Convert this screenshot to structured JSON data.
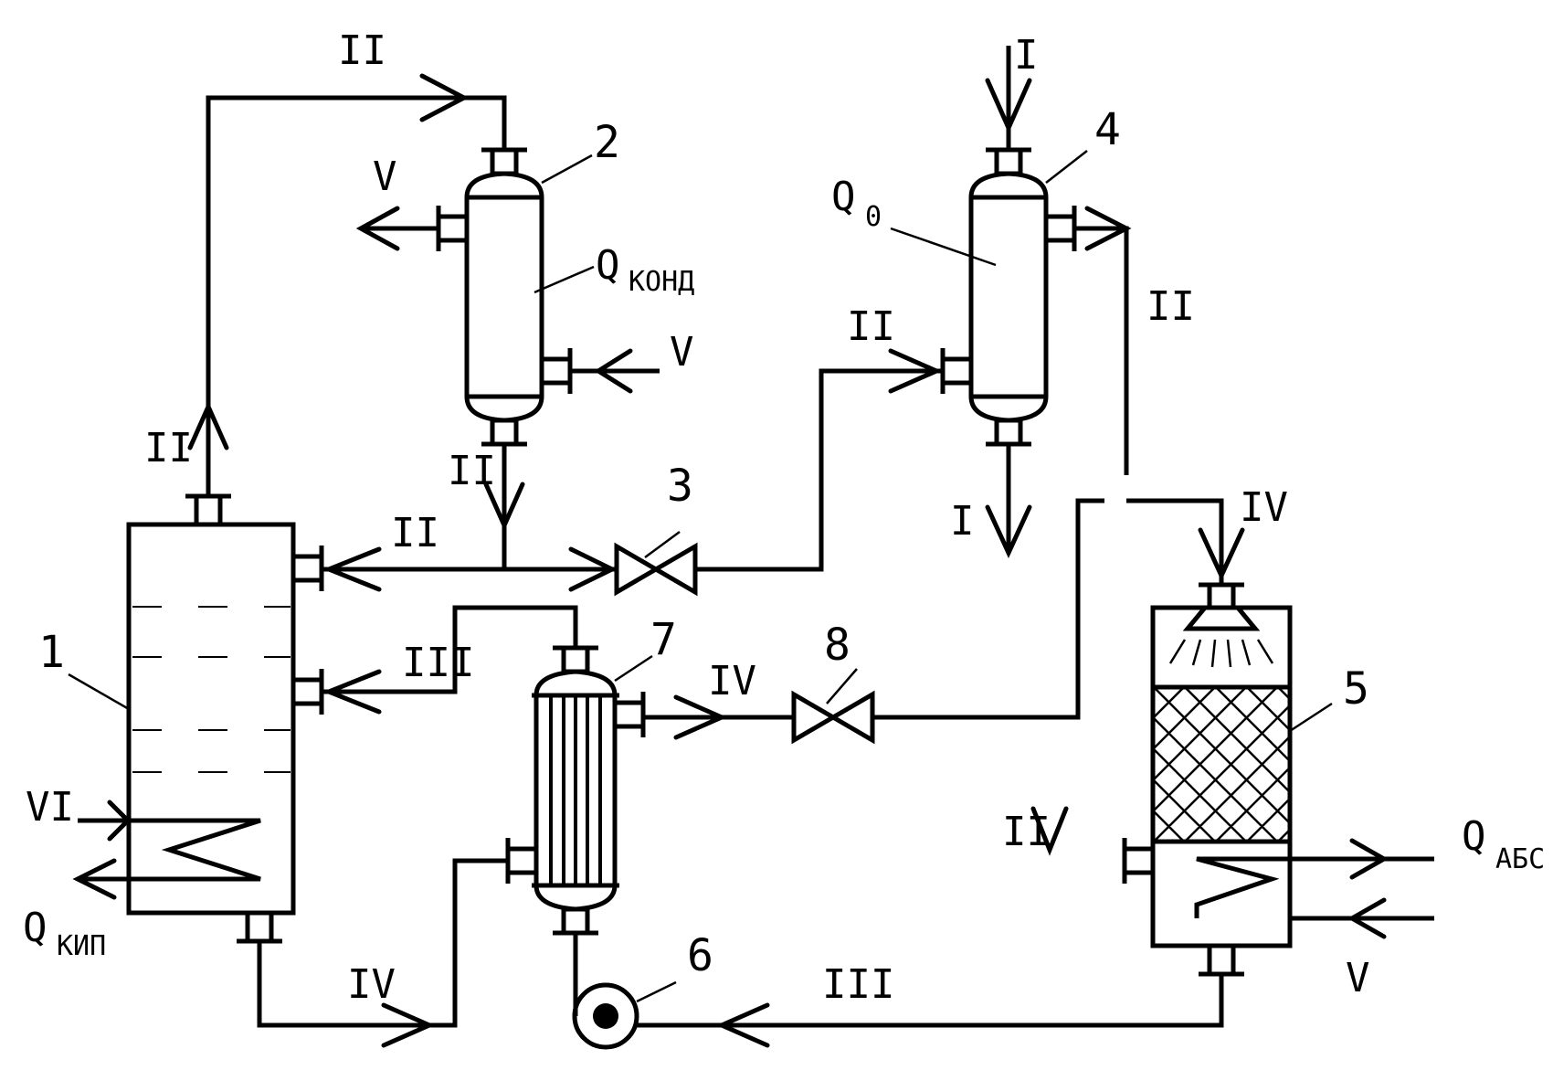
{
  "numbers": {
    "n1": "1",
    "n2": "2",
    "n3": "3",
    "n4": "4",
    "n5": "5",
    "n6": "6",
    "n7": "7",
    "n8": "8"
  },
  "streams": {
    "s_top_II": "II",
    "s_cond_V_out": "V",
    "s_cond_V_in": "V",
    "s_gen_up_II": "II",
    "s_cond_down_II": "II",
    "s_gen_in_II": "II",
    "s_gen_in_III": "III",
    "s_evap_I_in": "I",
    "s_evap_I_out": "I",
    "s_evap_in_II": "II",
    "s_evap_out_II": "II",
    "s_abs_in_IV": "IV",
    "s_abs_in_II": "II",
    "s_hx_out_IV": "IV",
    "s_gen_bottom_IV": "IV",
    "s_pump_III": "III",
    "s_abs_V": "V",
    "s_gen_VI": "VI"
  },
  "heat": {
    "q_cond": {
      "main": "Q",
      "sub": "КОНД"
    },
    "q_evap": {
      "main": "Q",
      "sub": "0"
    },
    "q_gen": {
      "main": "Q",
      "sub": "КИП"
    },
    "q_abs": {
      "main": "Q",
      "sub": "АБС"
    }
  }
}
